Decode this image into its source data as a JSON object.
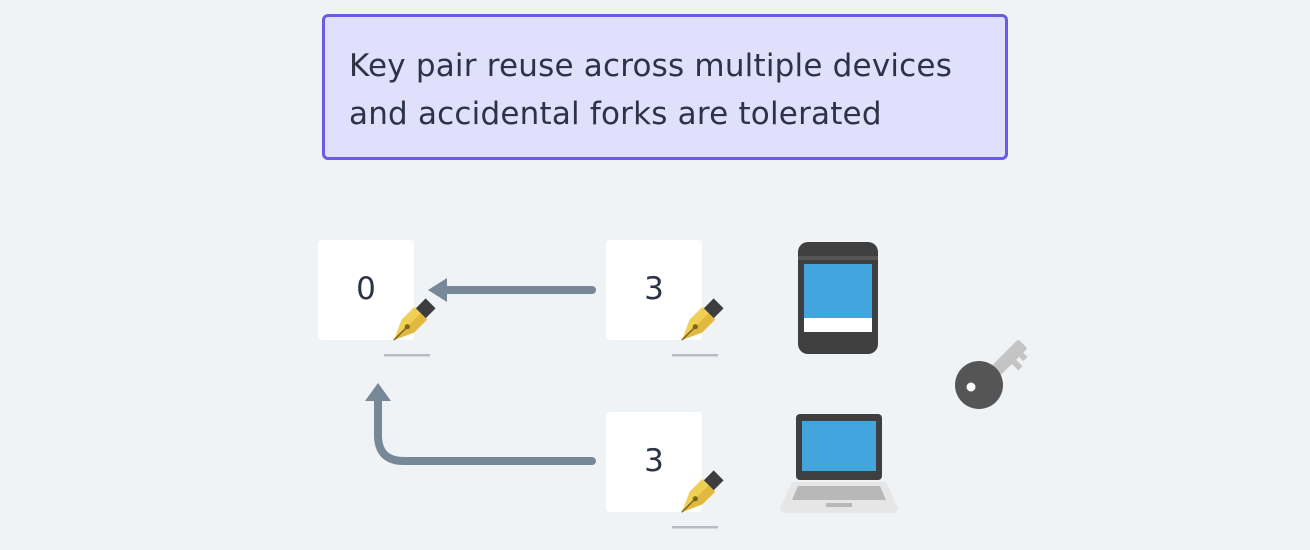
{
  "callout": {
    "lines": [
      "Key pair reuse across multiple devices",
      "and accidental forks are tolerated"
    ]
  },
  "blocks": [
    {
      "value": "0"
    },
    {
      "value": "3"
    },
    {
      "value": "3"
    }
  ],
  "icons": {
    "block_signature": "fountain-pen-icon",
    "phone": "smartphone-icon",
    "laptop": "laptop-icon",
    "key": "key-icon"
  },
  "colors": {
    "callout_fill": "#e0e0fc",
    "callout_border": "#6a5be3",
    "arrow": "#778899",
    "screen": "#42a5de",
    "device_dark": "#3f3f3f",
    "pen_gold": "#f0cf55"
  }
}
